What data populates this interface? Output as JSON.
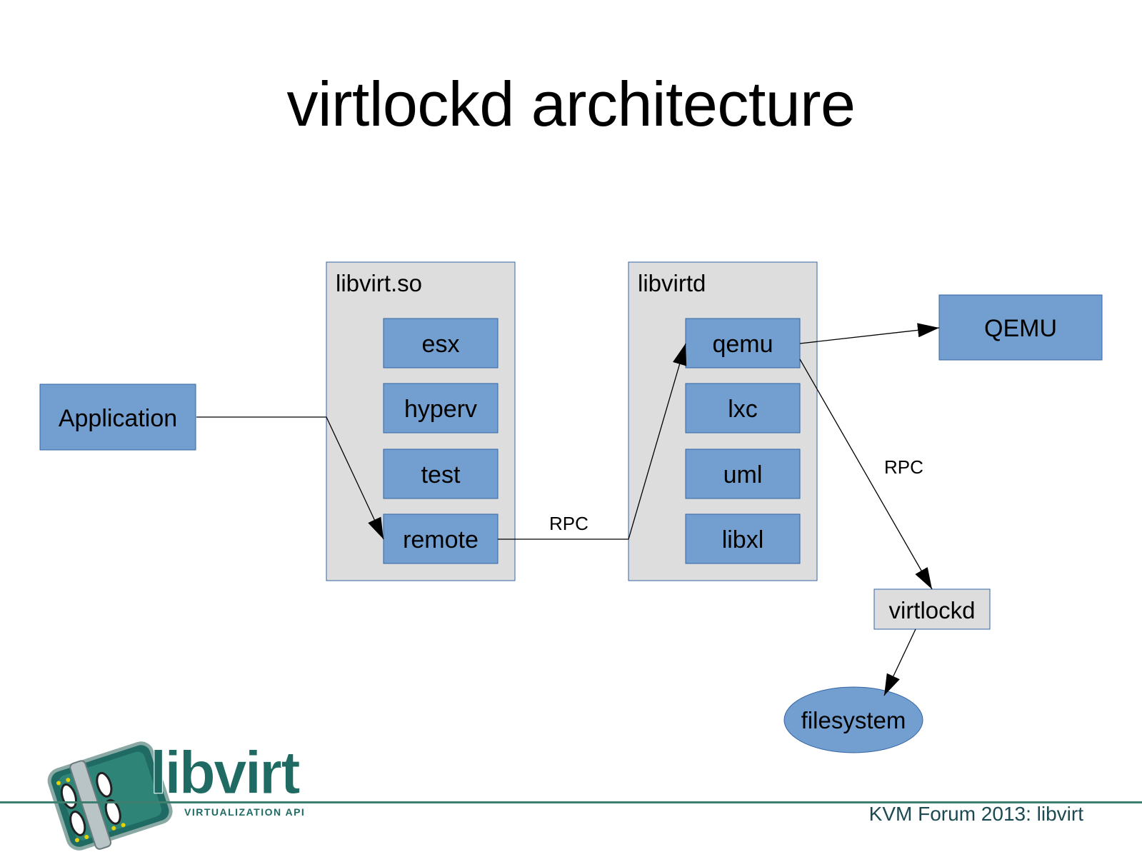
{
  "slide": {
    "title": "virtlockd architecture",
    "footer": "KVM Forum 2013: libvirt"
  },
  "logo": {
    "word": "libvirt",
    "subtitle": "VIRTUALIZATION API"
  },
  "diagram": {
    "application": "Application",
    "libvirt_so": {
      "label": "libvirt.so",
      "drivers": [
        "esx",
        "hyperv",
        "test",
        "remote"
      ]
    },
    "libvirtd": {
      "label": "libvirtd",
      "drivers": [
        "qemu",
        "lxc",
        "uml",
        "libxl"
      ]
    },
    "qemu_process": "QEMU",
    "virtlockd": "virtlockd",
    "filesystem": "filesystem",
    "edge_labels": {
      "remote_to_libvirtd": "RPC",
      "qemu_to_virtlockd": "RPC"
    }
  },
  "colors": {
    "node_fill": "#729fcf",
    "node_stroke": "#3465a4",
    "container_fill": "#dddddd",
    "footer_line": "#3f7f6f",
    "footer_text": "#1d4a52"
  }
}
